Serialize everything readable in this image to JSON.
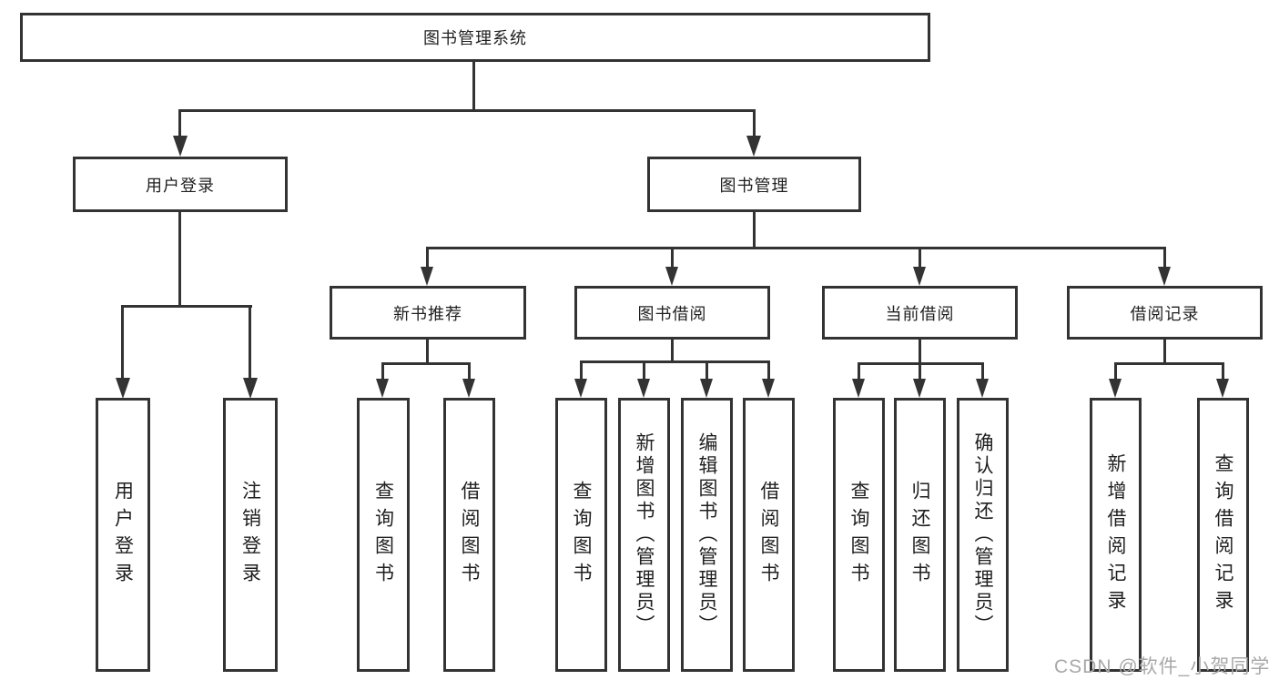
{
  "diagram": {
    "type": "tree-flowchart",
    "root": {
      "label": "图书管理系统",
      "children": [
        {
          "label": "用户登录",
          "children": [
            {
              "label": "用户登录"
            },
            {
              "label": "注销登录"
            }
          ]
        },
        {
          "label": "图书管理",
          "children": [
            {
              "label": "新书推荐",
              "children": [
                {
                  "label": "查询图书"
                },
                {
                  "label": "借阅图书"
                }
              ]
            },
            {
              "label": "图书借阅",
              "children": [
                {
                  "label": "查询图书"
                },
                {
                  "label": "新增图书（管理员）"
                },
                {
                  "label": "编辑图书（管理员）"
                },
                {
                  "label": "借阅图书"
                }
              ]
            },
            {
              "label": "当前借阅",
              "children": [
                {
                  "label": "查询图书"
                },
                {
                  "label": "归还图书"
                },
                {
                  "label": "确认归还（管理员）"
                }
              ]
            },
            {
              "label": "借阅记录",
              "children": [
                {
                  "label": "新增借阅记录"
                },
                {
                  "label": "查询借阅记录"
                }
              ]
            }
          ]
        }
      ]
    }
  },
  "watermark": {
    "text": "CSDN @软件_小贺同学"
  },
  "colors": {
    "line": "#333333",
    "text": "#1f1f1f",
    "background": "#ffffff",
    "watermark": "#a8a8a8"
  }
}
